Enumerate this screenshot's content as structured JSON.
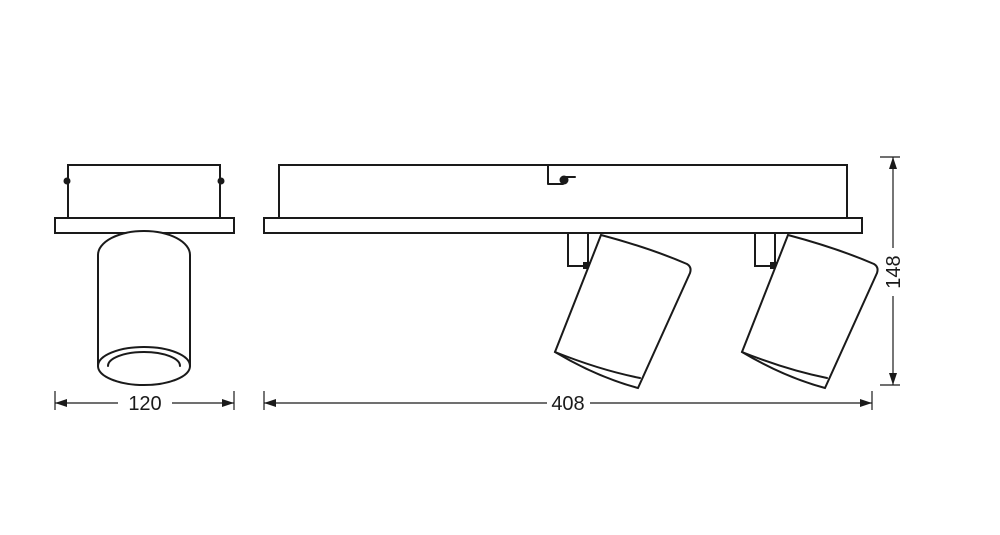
{
  "dimensions": {
    "side_width": "120",
    "front_width": "408",
    "height": "148"
  },
  "colors": {
    "line": "#1a1a1a",
    "background": "#ffffff"
  }
}
